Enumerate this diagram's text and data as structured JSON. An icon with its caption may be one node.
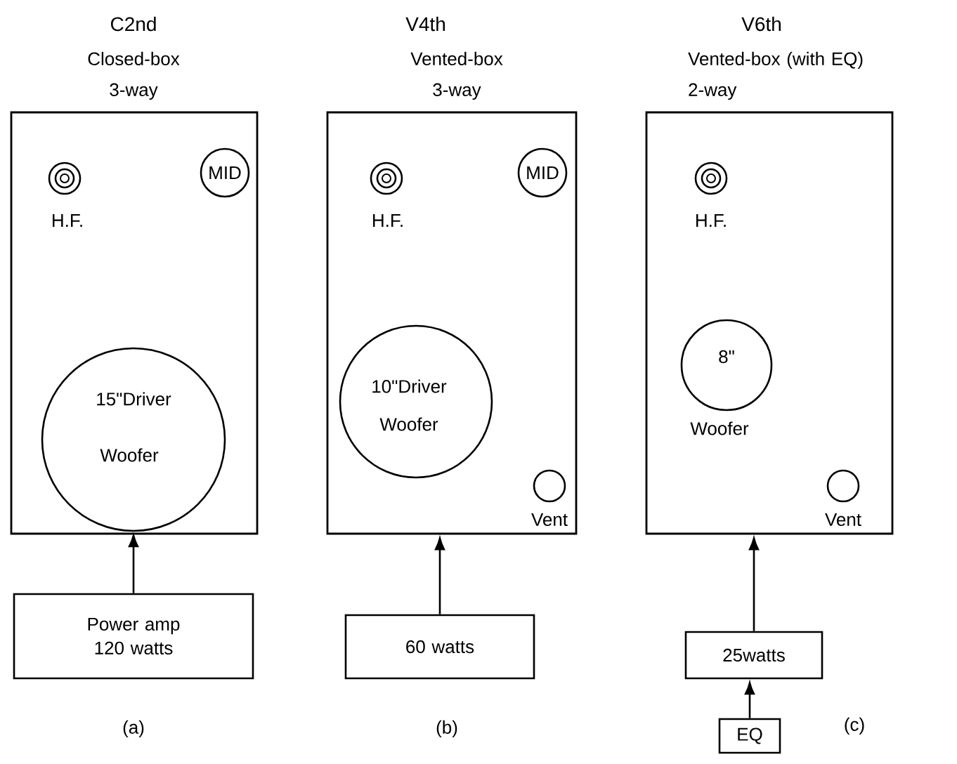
{
  "diagram": {
    "nodes": [
      {
        "text": [
          "C2nd",
          "Closed-box 3-way"
        ]
      },
      {
        "text": [
          "H.F."
        ],
        "in": 0
      },
      {
        "text": [
          "MID"
        ],
        "in": 0
      },
      {
        "text": [
          "15\"Driver",
          "Woofer"
        ],
        "in": 0
      },
      {
        "text": [
          "Power amp 120 watts"
        ]
      },
      {
        "text": [
          "V4th",
          "Vented-box 3-way"
        ]
      },
      {
        "text": [
          "H.F."
        ],
        "in": 5
      },
      {
        "text": [
          "MID"
        ],
        "in": 5
      },
      {
        "text": [
          "10\"Driver",
          "Woofer"
        ],
        "in": 5
      },
      {
        "text": [
          "Vent"
        ],
        "in": 5
      },
      {
        "text": [
          "60 watts"
        ]
      },
      {
        "text": [
          "V6th",
          "Vented-box (with EQ) 2-way"
        ]
      },
      {
        "text": [
          "H.F."
        ],
        "in": 11
      },
      {
        "text": [
          "8\""
        ],
        "beside": [
          "Woofer"
        ],
        "in": 11
      },
      {
        "text": [
          "Vent"
        ],
        "in": 11
      },
      {
        "text": [
          "25watts"
        ]
      },
      {
        "text": [
          "EQ"
        ]
      }
    ],
    "edges": [
      {
        "from": 4,
        "to": 3,
        "arrow": "to"
      },
      {
        "from": 10,
        "to": 5,
        "arrow": "to"
      },
      {
        "from": 15,
        "to": 11,
        "arrow": "to"
      },
      {
        "from": 16,
        "to": 15,
        "arrow": "to"
      }
    ],
    "labels": [
      "(a)",
      "(b)",
      "(c)"
    ]
  }
}
